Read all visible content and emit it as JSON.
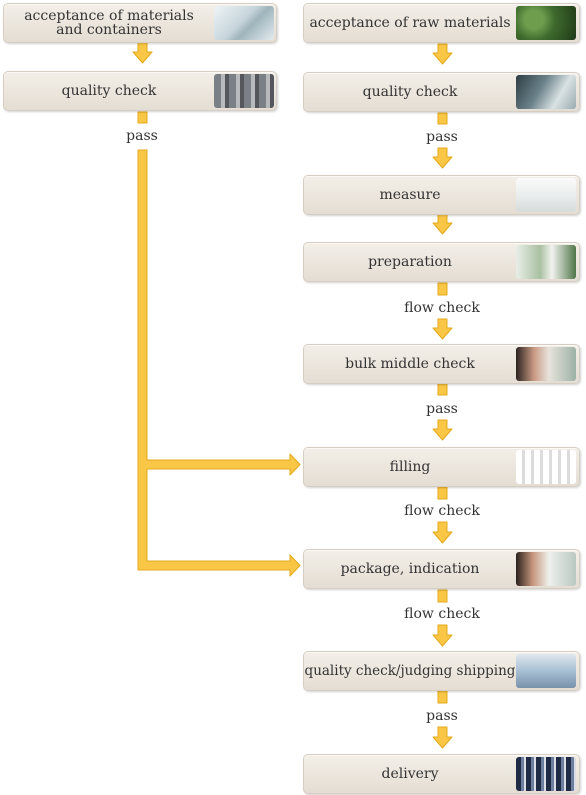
{
  "left": {
    "steps": [
      {
        "label_line1": "acceptance of materials",
        "label_line2": "and containers",
        "icon": "bottles-photo-icon"
      },
      {
        "label": "quality check",
        "icon": "lab-worker-photo-icon"
      }
    ],
    "pass_label": "pass"
  },
  "right": {
    "steps": [
      {
        "label": "acceptance of raw materials",
        "icon": "plants-photo-icon"
      },
      {
        "label": "quality check",
        "icon": "microscope-photo-icon"
      },
      {
        "label": "measure",
        "icon": "glassware-photo-icon"
      },
      {
        "label": "preparation",
        "icon": "lab-room-photo-icon"
      },
      {
        "label": "bulk middle check",
        "icon": "scientist-photo-icon"
      },
      {
        "label": "filling",
        "icon": "vials-photo-icon"
      },
      {
        "label": "package, indication",
        "icon": "packaging-worker-photo-icon"
      },
      {
        "label": "quality check/judging shipping",
        "icon": "inspection-team-photo-icon"
      },
      {
        "label": "delivery",
        "icon": "warehouse-photo-icon"
      }
    ],
    "connectors": [
      "pass",
      "flow check",
      "pass",
      "flow check",
      "flow check",
      "pass"
    ]
  },
  "colors": {
    "arrow": "#f9c646",
    "arrow_border": "#e4a91c",
    "box": "#ece6de"
  }
}
